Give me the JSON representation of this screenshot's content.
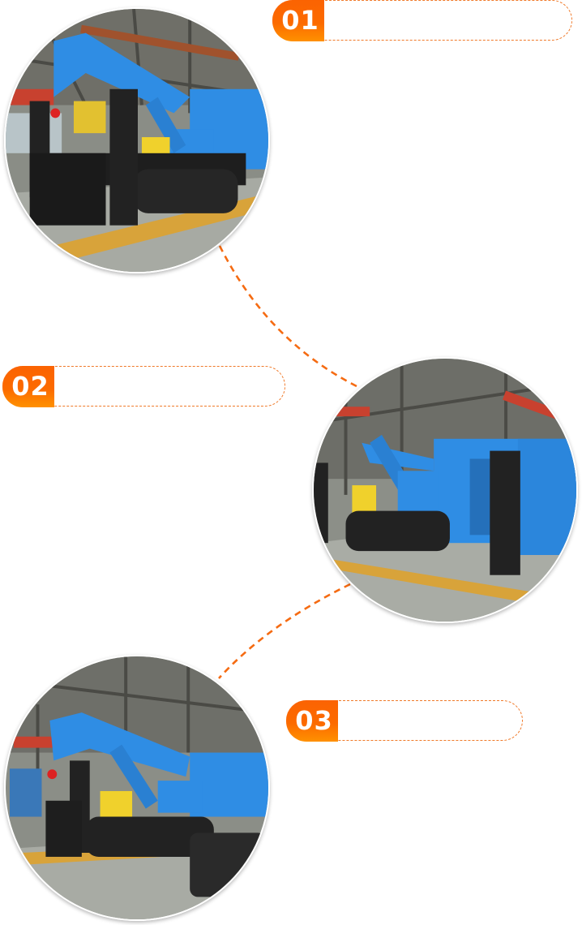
{
  "theme": {
    "accent": "#fc6a00",
    "accent_light": "#ff9100",
    "dash": "#f07a2a",
    "machine_blue": "#2f8de4",
    "background": "#ffffff"
  },
  "steps": [
    {
      "number": "01",
      "label": "",
      "image": "blue-crawler-spider-crane-front-view"
    },
    {
      "number": "02",
      "label": "",
      "image": "blue-crawler-spider-crane-side-view"
    },
    {
      "number": "03",
      "label": "",
      "image": "blue-crawler-spider-crane-angled-view"
    }
  ],
  "connectors": [
    {
      "from": "step-1-photo",
      "to": "step-2-photo",
      "style": "dashed"
    },
    {
      "from": "step-2-photo",
      "to": "step-3-photo",
      "style": "dashed"
    }
  ]
}
